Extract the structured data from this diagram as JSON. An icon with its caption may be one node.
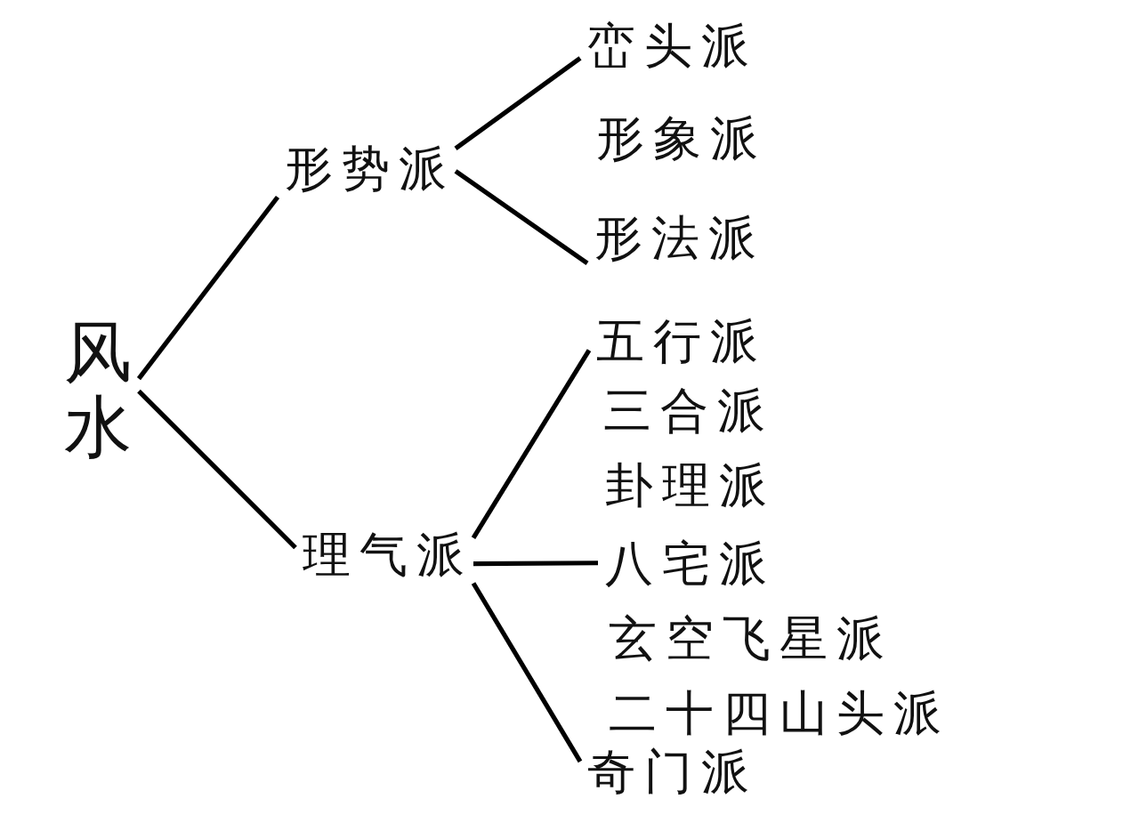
{
  "diagram": {
    "nodes": [
      {
        "text": [
          "风水"
        ]
      },
      {
        "text": [
          "形势派"
        ]
      },
      {
        "text": [
          "峦头派"
        ]
      },
      {
        "text": [
          "形法派"
        ]
      },
      {
        "text": [
          "理气派"
        ]
      },
      {
        "text": [
          "五行派"
        ]
      },
      {
        "text": [
          "八宅派"
        ]
      },
      {
        "text": [
          "奇门派"
        ]
      }
    ],
    "edges": [
      {
        "from": 0,
        "to": 1,
        "arrow": "none"
      },
      {
        "from": 0,
        "to": 4,
        "arrow": "none"
      },
      {
        "from": 1,
        "to": 2,
        "arrow": "none"
      },
      {
        "from": 1,
        "to": 3,
        "arrow": "none"
      },
      {
        "from": 4,
        "to": 5,
        "arrow": "none"
      },
      {
        "from": 4,
        "to": 6,
        "arrow": "none"
      },
      {
        "from": 4,
        "to": 7,
        "arrow": "none"
      }
    ],
    "labels": [
      "形象派",
      "三合派",
      "卦理派",
      "玄空飞星派",
      "二十四山头派"
    ]
  }
}
